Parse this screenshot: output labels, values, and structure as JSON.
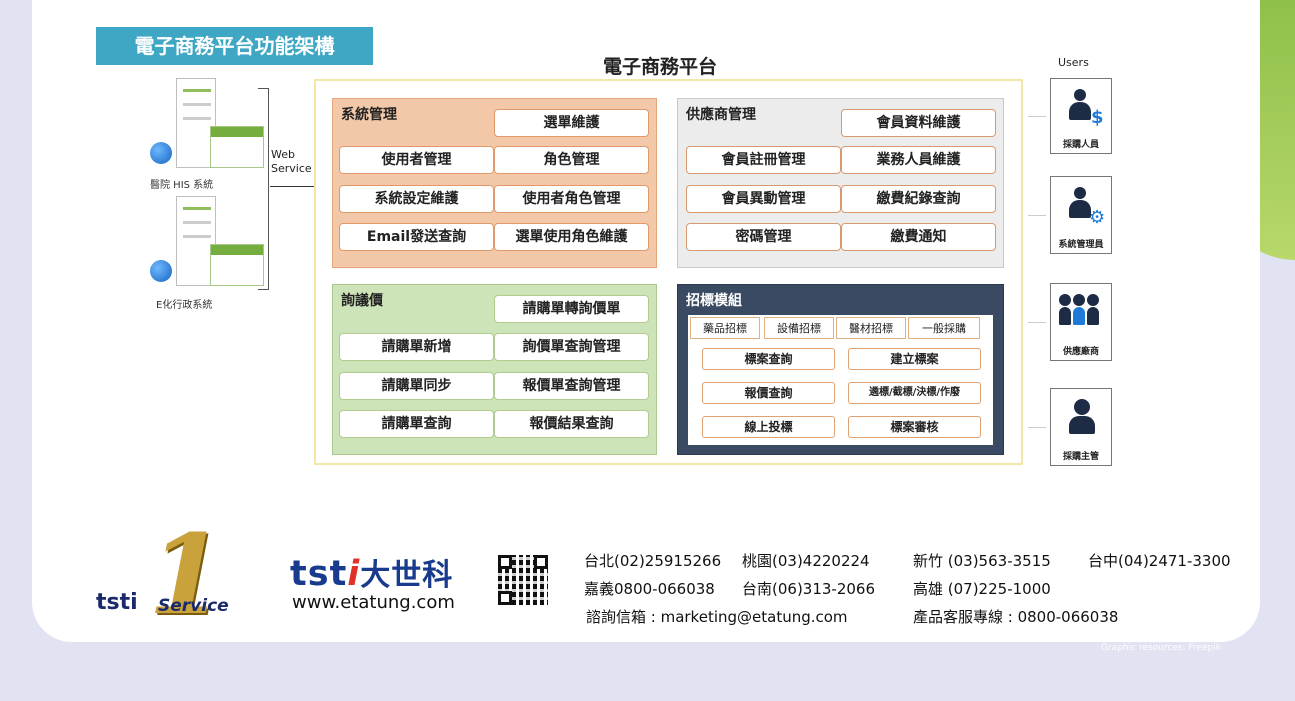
{
  "section_title": "電子商務平台功能架構",
  "platform_title": "電子商務平台",
  "left_systems": {
    "his_label": "醫院 HIS 系統",
    "e_admin_label": "E化行政系統",
    "web_service_line1": "Web",
    "web_service_line2": "Service"
  },
  "panels": {
    "system_management": {
      "title": "系統管理",
      "buttons": [
        "選單維護",
        "使用者管理",
        "角色管理",
        "系統設定維護",
        "使用者角色管理",
        "Email發送查詢",
        "選單使用角色維護"
      ]
    },
    "supplier_management": {
      "title": "供應商管理",
      "buttons": [
        "會員資料維護",
        "會員註冊管理",
        "業務人員維護",
        "會員異動管理",
        "繳費紀錄查詢",
        "密碼管理",
        "繳費通知"
      ]
    },
    "inquiry": {
      "title": "詢議價",
      "buttons": [
        "請購單轉詢價單",
        "請購單新增",
        "詢價單查詢管理",
        "請購單同步",
        "報價單查詢管理",
        "請購單查詢",
        "報價結果查詢"
      ]
    },
    "bidding": {
      "title": "招標模組",
      "tabs": [
        "藥品招標",
        "設備招標",
        "醫材招標",
        "一般採購"
      ],
      "buttons": [
        "標案查詢",
        "建立標案",
        "報價查詢",
        "遴標/截標/決標/作廢",
        "線上投標",
        "標案審核"
      ]
    }
  },
  "users": {
    "title": "Users",
    "items": [
      "採購人員",
      "系統管理員",
      "供應廠商",
      "採購主管"
    ]
  },
  "footer": {
    "brand_prefix": "tst",
    "brand_i": "i",
    "brand_cn": "大世科",
    "url": "www.etatung.com",
    "logo_number": "1",
    "logo_tsti": "tsti",
    "logo_service": "Service",
    "contacts": [
      "台北(02)25915266",
      "桃園(03)4220224",
      "新竹 (03)563-3515",
      "台中(04)2471-3300",
      "嘉義0800-066038",
      "台南(06)313-2066",
      "高雄 (07)225-1000",
      "諮詢信箱 : marketing@etatung.com",
      "產品客服專線 : 0800-066038"
    ],
    "credit": "Graphic resources: Freepik"
  },
  "colors": {
    "banner": "#3fa7c4",
    "system_panel": "#f3c8a8",
    "supplier_panel": "#ececec",
    "inquiry_panel": "#cde3b8",
    "bidding_panel": "#394a62",
    "brand_blue": "#183b8e",
    "brand_red": "#e03228"
  }
}
